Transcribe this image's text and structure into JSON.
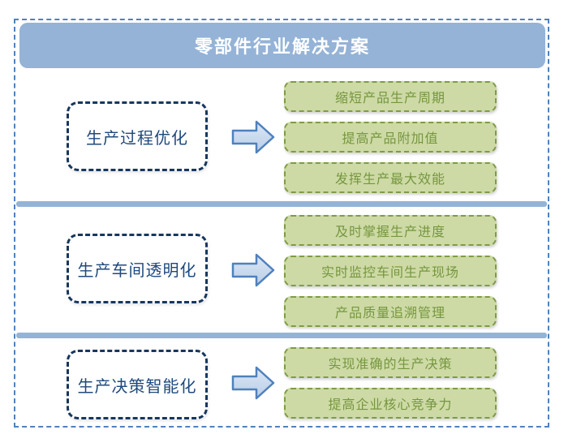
{
  "title": "零部件行业解决方案",
  "palette": {
    "outer_border": "#4F81BD",
    "title_bar_fill": "#95B3D7",
    "title_text": "#FFFFFF",
    "divider": "#95B3D7",
    "left_box_border": "#17375E",
    "left_box_text": "#1F497D",
    "arrow_fill": "#C6D9F1",
    "arrow_border": "#4F81BD",
    "outcome_fill": "#CDDAA5",
    "outcome_border": "#7E9C45",
    "outcome_text": "#76963F"
  },
  "sections": [
    {
      "label": "生产过程优化",
      "outcomes": [
        "缩短产品生产周期",
        "提高产品附加值",
        "发挥生产最大效能"
      ]
    },
    {
      "label": "生产车间透明化",
      "outcomes": [
        "及时掌握生产进度",
        "实时监控车间生产现场",
        "产品质量追溯管理"
      ]
    },
    {
      "label": "生产决策智能化",
      "outcomes": [
        "实现准确的生产决策",
        "提高企业核心竞争力"
      ]
    }
  ]
}
